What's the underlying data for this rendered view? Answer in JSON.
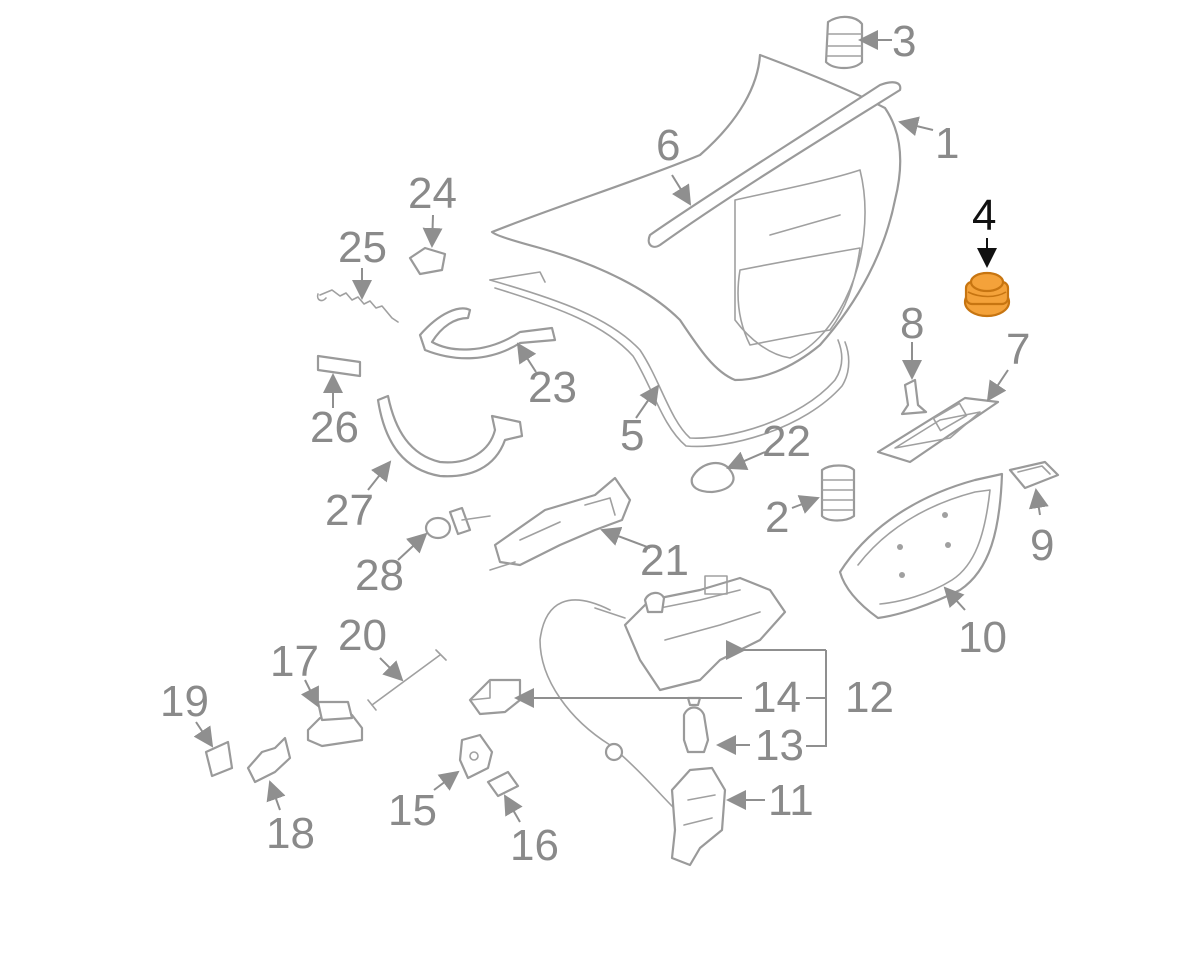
{
  "diagram": {
    "highlight_color": "#f4a23a",
    "line_color": "#9a9a9a",
    "highlighted_part": "4",
    "callouts": [
      "1",
      "2",
      "3",
      "4",
      "5",
      "6",
      "7",
      "8",
      "9",
      "10",
      "11",
      "12",
      "13",
      "14",
      "15",
      "16",
      "17",
      "18",
      "19",
      "20",
      "21",
      "22",
      "23",
      "24",
      "25",
      "26",
      "27",
      "28"
    ]
  }
}
